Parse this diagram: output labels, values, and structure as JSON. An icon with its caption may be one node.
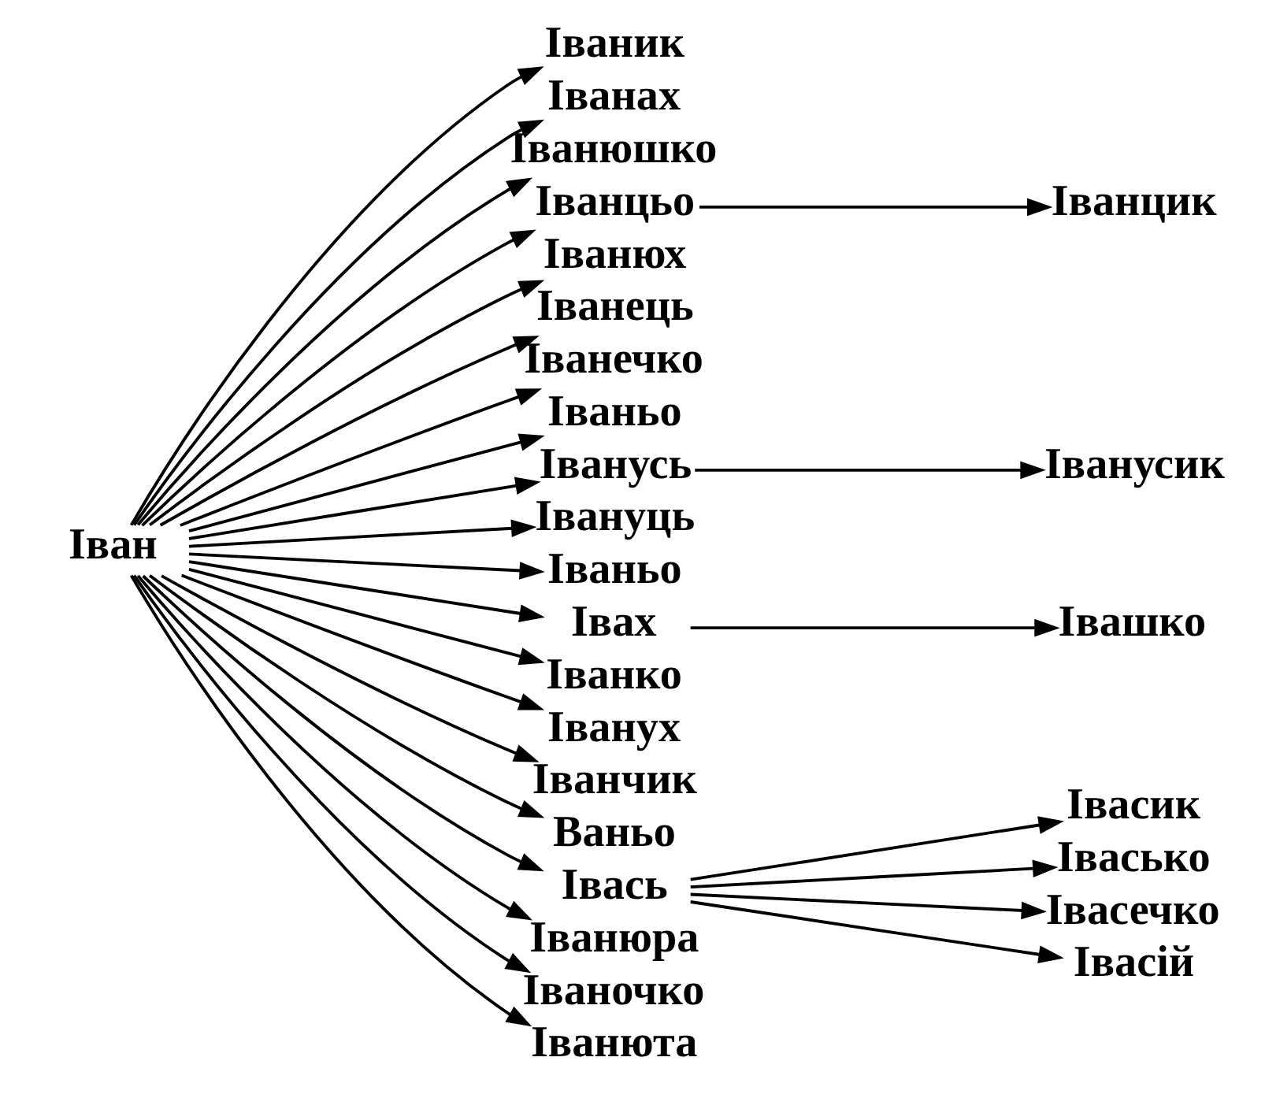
{
  "diagram": {
    "nodes": [
      {
        "text": [
          "Іван"
        ]
      },
      {
        "text": [
          "Іваник"
        ]
      },
      {
        "text": [
          "Іванах"
        ]
      },
      {
        "text": [
          "Іванюшко"
        ]
      },
      {
        "text": [
          "Іванцьо"
        ]
      },
      {
        "text": [
          "Іванцик"
        ]
      },
      {
        "text": [
          "Іванюх"
        ]
      },
      {
        "text": [
          "Іванець"
        ]
      },
      {
        "text": [
          "Іванечко"
        ]
      },
      {
        "text": [
          "Іваньо"
        ]
      },
      {
        "text": [
          "Іванусь"
        ]
      },
      {
        "text": [
          "Іванусик"
        ]
      },
      {
        "text": [
          "Івануць"
        ]
      },
      {
        "text": [
          "Іваньо"
        ]
      },
      {
        "text": [
          "Івах"
        ]
      },
      {
        "text": [
          "Івашко"
        ]
      },
      {
        "text": [
          "Іванко"
        ]
      },
      {
        "text": [
          "Іванух"
        ]
      },
      {
        "text": [
          "Іванчик"
        ]
      },
      {
        "text": [
          "Ваньо"
        ]
      },
      {
        "text": [
          "Івась"
        ]
      },
      {
        "text": [
          "Івасик"
        ]
      },
      {
        "text": [
          "Івасько"
        ]
      },
      {
        "text": [
          "Іванюра"
        ]
      },
      {
        "text": [
          "Івасечко"
        ]
      },
      {
        "text": [
          "Іваночко"
        ]
      },
      {
        "text": [
          "Івасій"
        ]
      },
      {
        "text": [
          "Іванюта"
        ]
      }
    ],
    "edges": [
      {
        "from": 0,
        "to": 1,
        "arrow": "to"
      },
      {
        "from": 0,
        "to": 2,
        "arrow": "to"
      },
      {
        "from": 0,
        "to": 3,
        "arrow": "to"
      },
      {
        "from": 0,
        "to": 4,
        "arrow": "to"
      },
      {
        "from": 0,
        "to": 6,
        "arrow": "to"
      },
      {
        "from": 0,
        "to": 7,
        "arrow": "to"
      },
      {
        "from": 0,
        "to": 8,
        "arrow": "to"
      },
      {
        "from": 0,
        "to": 9,
        "arrow": "to"
      },
      {
        "from": 0,
        "to": 10,
        "arrow": "to"
      },
      {
        "from": 0,
        "to": 12,
        "arrow": "to"
      },
      {
        "from": 0,
        "to": 13,
        "arrow": "to"
      },
      {
        "from": 0,
        "to": 14,
        "arrow": "to"
      },
      {
        "from": 0,
        "to": 16,
        "arrow": "to"
      },
      {
        "from": 0,
        "to": 17,
        "arrow": "to"
      },
      {
        "from": 0,
        "to": 18,
        "arrow": "to"
      },
      {
        "from": 0,
        "to": 19,
        "arrow": "to"
      },
      {
        "from": 0,
        "to": 20,
        "arrow": "to"
      },
      {
        "from": 0,
        "to": 23,
        "arrow": "to"
      },
      {
        "from": 0,
        "to": 25,
        "arrow": "to"
      },
      {
        "from": 0,
        "to": 27,
        "arrow": "to"
      },
      {
        "from": 4,
        "to": 5,
        "arrow": "to"
      },
      {
        "from": 10,
        "to": 11,
        "arrow": "to"
      },
      {
        "from": 14,
        "to": 15,
        "arrow": "to"
      },
      {
        "from": 20,
        "to": 21,
        "arrow": "to"
      },
      {
        "from": 20,
        "to": 22,
        "arrow": "to"
      },
      {
        "from": 20,
        "to": 24,
        "arrow": "to"
      },
      {
        "from": 20,
        "to": 26,
        "arrow": "to"
      }
    ]
  }
}
